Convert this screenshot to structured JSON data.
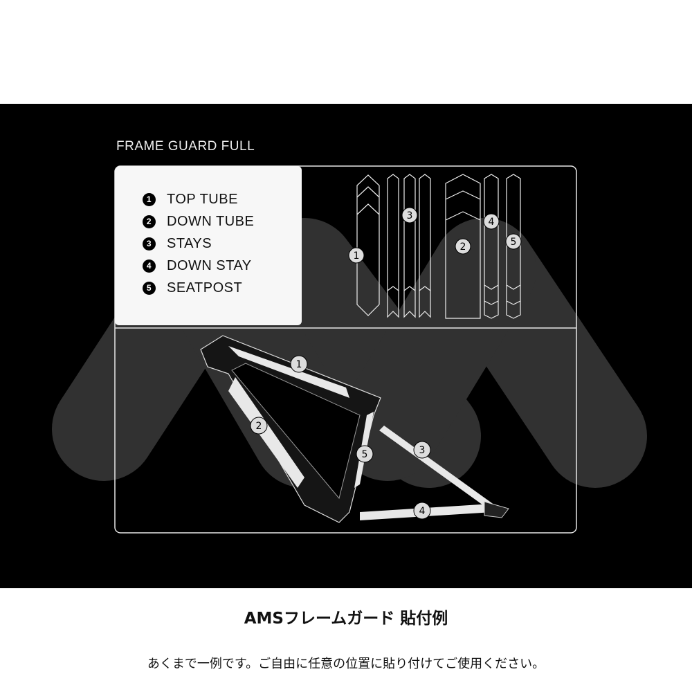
{
  "title": "FRAME GUARD FULL",
  "legend": [
    {
      "num": "1",
      "label": "TOP TUBE"
    },
    {
      "num": "2",
      "label": "DOWN TUBE"
    },
    {
      "num": "3",
      "label": "STAYS"
    },
    {
      "num": "4",
      "label": "DOWN STAY"
    },
    {
      "num": "5",
      "label": "SEATPOST"
    }
  ],
  "markers": [
    "1",
    "2",
    "3",
    "4",
    "5"
  ],
  "caption_title": "AMSフレームガード 貼付例",
  "caption_note": "あくまで一例です。ご自由に任意の位置に貼り付けてご使用ください。",
  "colors": {
    "band": "#000000",
    "logo": "#3a3a3a",
    "panel": "#f7f7f7",
    "outline": "#e8e8e8"
  }
}
